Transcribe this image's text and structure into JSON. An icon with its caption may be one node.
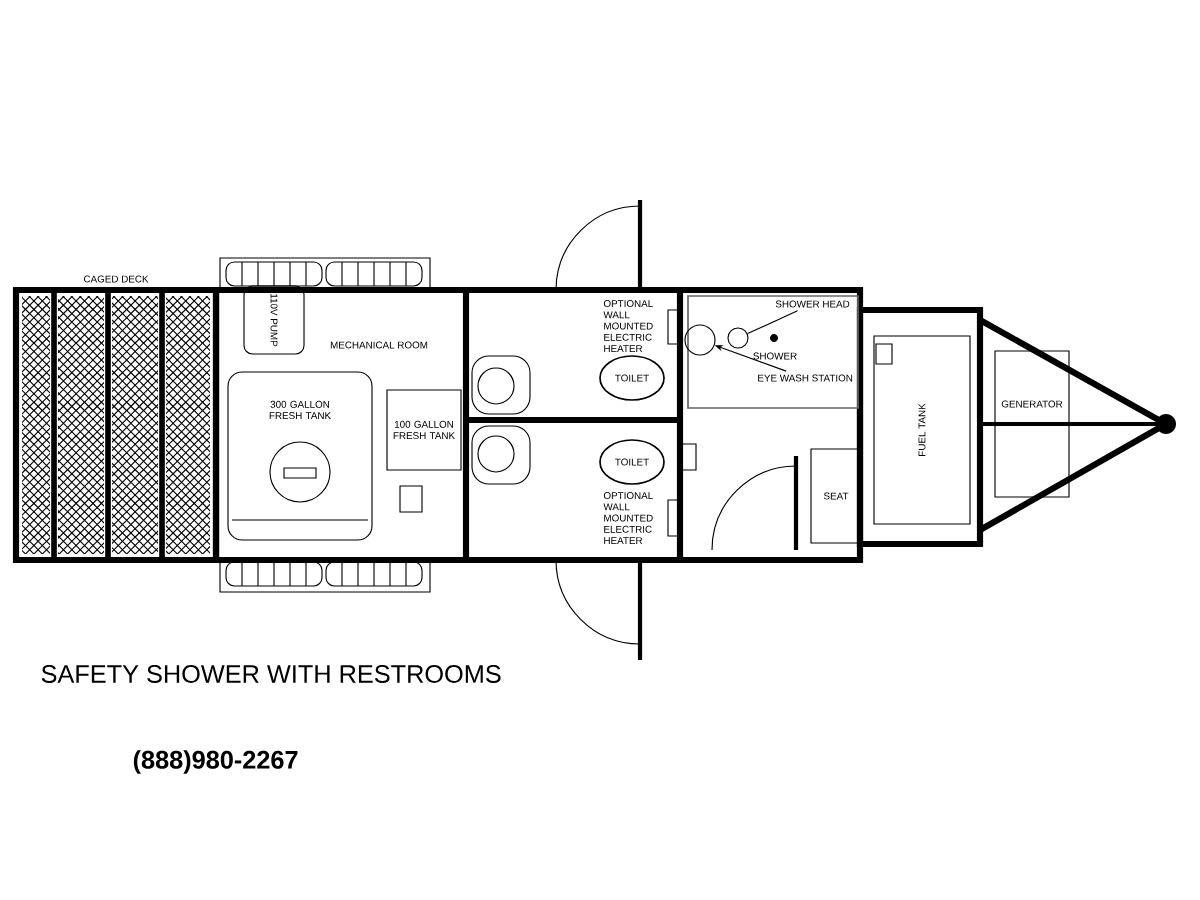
{
  "diagram": {
    "title": "SAFETY SHOWER WITH RESTROOMS",
    "nodes": [
      {
        "text": [
          "CAGED DECK"
        ]
      },
      {
        "text": [
          "MECHANICAL ROOM"
        ]
      },
      {
        "text": [
          "110V PUMP"
        ],
        "in": 1
      },
      {
        "text": [
          "300 GALLON FRESH TANK"
        ],
        "in": 1
      },
      {
        "text": [
          "100 GALLON FRESH TANK"
        ],
        "in": 1
      },
      {
        "text": [
          "TOILET"
        ]
      },
      {
        "text": [
          "TOILET"
        ]
      },
      {
        "text": [
          "SHOWER"
        ]
      },
      {
        "text": [
          "SHOWER HEAD"
        ],
        "in": 7
      },
      {
        "text": [],
        "shape": "circle",
        "in": 7
      },
      {
        "text": [
          "EYE WASH STATION"
        ],
        "in": 7
      },
      {
        "text": [],
        "shape": "circle",
        "in": 7
      },
      {
        "text": [
          "SEAT"
        ]
      },
      {
        "text": [
          "FUEL TANK"
        ]
      },
      {
        "text": [
          "GENERATOR"
        ]
      }
    ],
    "edges": [
      {
        "from": 8,
        "to": 11,
        "arrow": "none"
      },
      {
        "from": 10,
        "to": 9,
        "arrow": "to"
      }
    ],
    "labels": [
      "OPTIONAL WALL MOUNTED ELECTRIC HEATER",
      "OPTIONAL WALL MOUNTED ELECTRIC HEATER",
      "(888)980-2267"
    ]
  }
}
